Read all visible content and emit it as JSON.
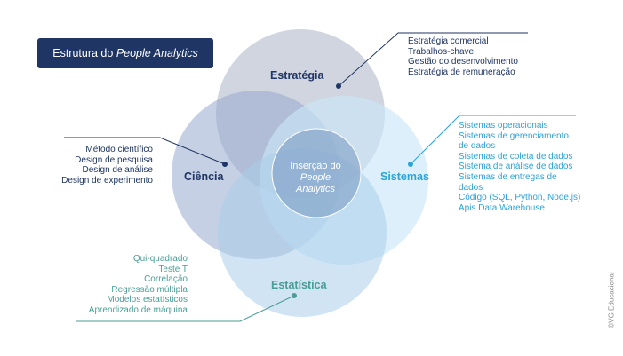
{
  "title": {
    "prefix": "Estrutura do ",
    "emphasis": "People Analytics"
  },
  "center": {
    "line1": "Inserção do",
    "line2": "People",
    "line3": "Analytics"
  },
  "circles": {
    "estrategia": {
      "label": "Estratégia",
      "color": "#1f3563",
      "items": [
        "Estratégia comercial",
        "Trabalhos-chave",
        "Gestão do desenvolvimento",
        "Estratégia de remuneração"
      ]
    },
    "ciencia": {
      "label": "Ciência",
      "color": "#1f3563",
      "items": [
        "Método científico",
        "Design de pesquisa",
        "Design de análise",
        "Design de experimento"
      ]
    },
    "sistemas": {
      "label": "Sistemas",
      "color": "#2ba3d9",
      "items": [
        "Sistemas operacionais",
        "Sistemas de gerenciamento",
        "de dados",
        "Sistemas de coleta de dados",
        "Sistema de análise de dados",
        "Sistemas de entregas de",
        "dados",
        "Código (SQL, Python, Node.js)",
        "Apis Data Warehouse"
      ]
    },
    "estatistica": {
      "label": "Estatística",
      "color": "#4a9e96",
      "items": [
        "Qui-quadrado",
        "Teste T",
        "Correlação",
        "Regressão múltipla",
        "Modelos estatísticos",
        "Aprendizado de máquina"
      ]
    }
  },
  "watermark": "©VG Educacional"
}
